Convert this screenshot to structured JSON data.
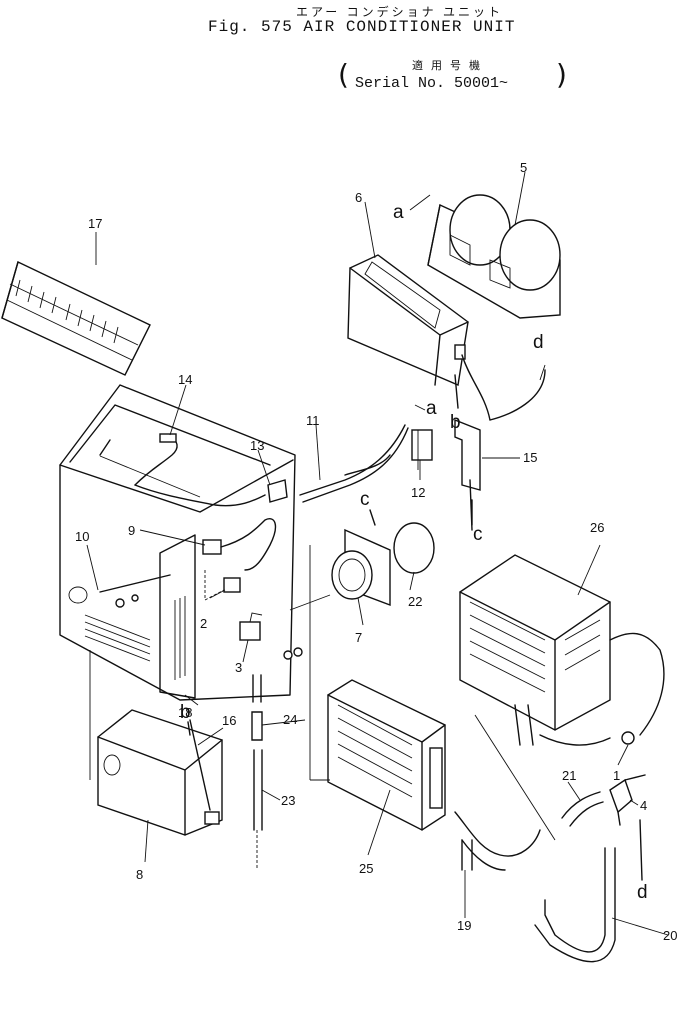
{
  "header": {
    "jp_title": "エアー コンデショナ ユニット",
    "en_title": "Fig. 575 AIR CONDITIONER UNIT",
    "serial_jp": "適用号機",
    "serial_en": "Serial No. 50001~",
    "paren_open": "(",
    "paren_close": ")"
  },
  "parts": {
    "p1": "1",
    "p2": "2",
    "p3": "3",
    "p4": "4",
    "p5": "5",
    "p6": "6",
    "p7": "7",
    "p8": "8",
    "p9": "9",
    "p10": "10",
    "p11": "11",
    "p12": "12",
    "p13": "13",
    "p14": "14",
    "p15": "15",
    "p16": "16",
    "p17": "17",
    "p18": "18",
    "p19": "19",
    "p20": "20",
    "p21": "21",
    "p22": "22",
    "p23": "23",
    "p24": "24",
    "p25": "25",
    "p26": "26"
  },
  "connectors": {
    "a": "a",
    "b": "b",
    "c": "c",
    "d": "d"
  }
}
